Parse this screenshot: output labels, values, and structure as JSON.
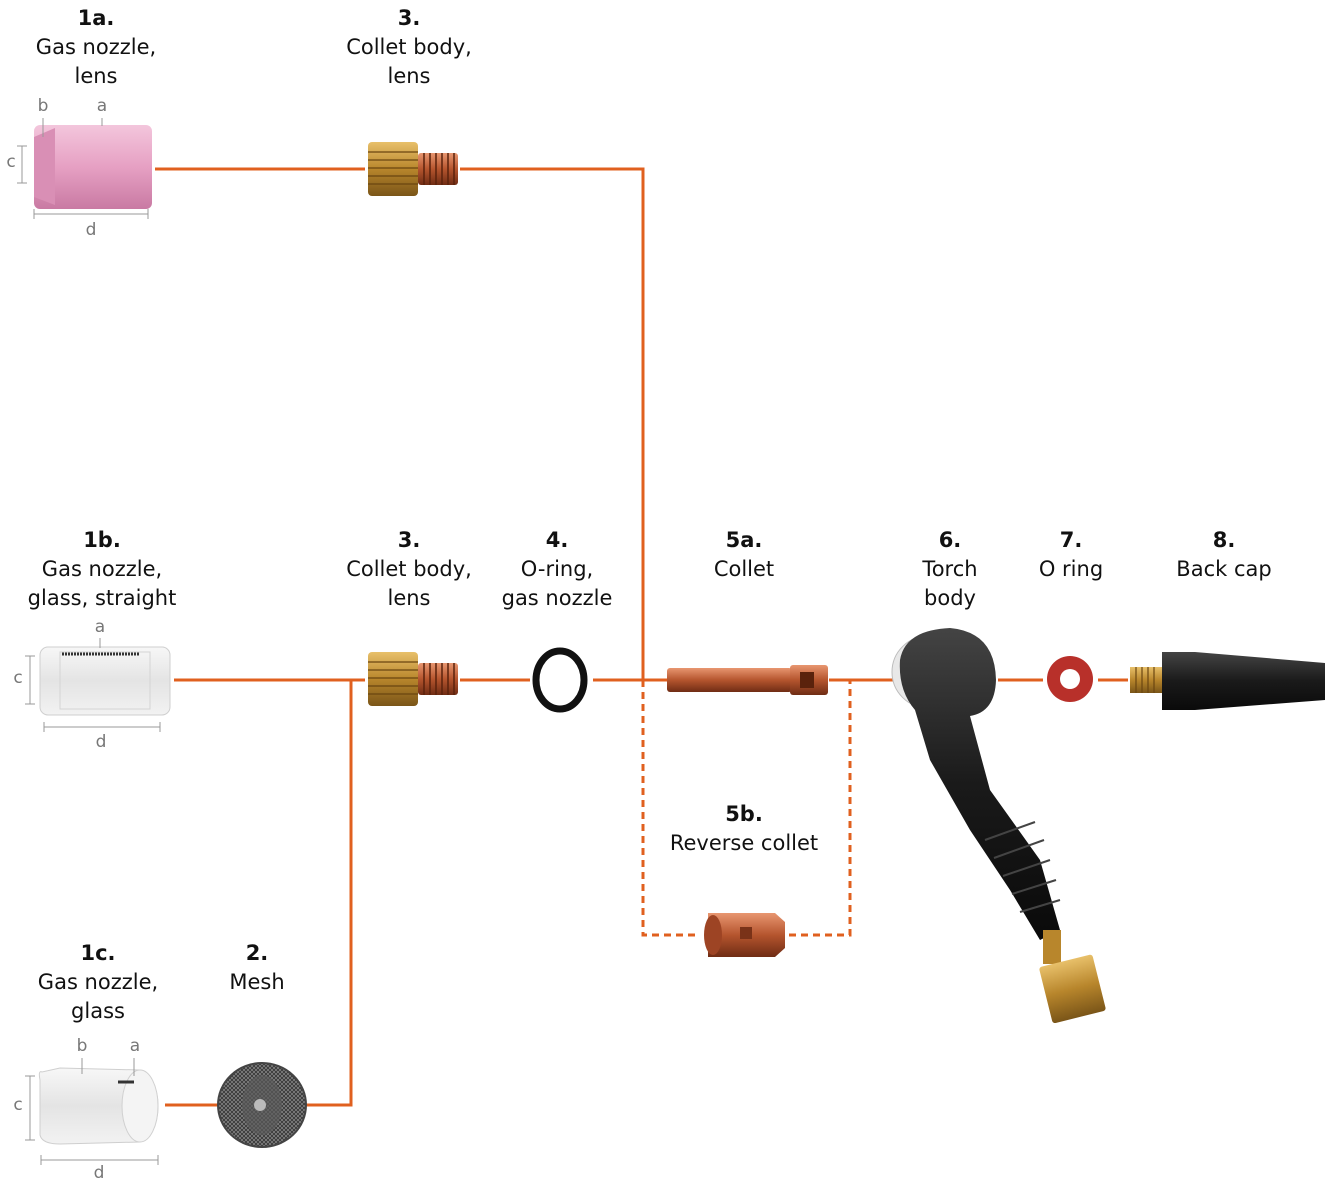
{
  "colors": {
    "connector": "#e0601f",
    "dim_line": "#999999",
    "nozzle_pink": "#e9a9c9",
    "brass": "#c8922f",
    "copper": "#c0633a",
    "torch_black": "#1e1e1e"
  },
  "parts": {
    "p1a": {
      "num": "1a.",
      "line1": "Gas nozzle,",
      "line2": "lens",
      "icon": "pink-ceramic-nozzle"
    },
    "p3top": {
      "num": "3.",
      "line1": "Collet body,",
      "line2": "lens",
      "icon": "brass-collet-body"
    },
    "p1b": {
      "num": "1b.",
      "line1": "Gas nozzle,",
      "line2": "glass, straight",
      "icon": "glass-nozzle-straight"
    },
    "p3mid": {
      "num": "3.",
      "line1": "Collet body,",
      "line2": "lens",
      "icon": "brass-collet-body"
    },
    "p4": {
      "num": "4.",
      "line1": "O-ring,",
      "line2": "gas nozzle",
      "icon": "black-o-ring"
    },
    "p5a": {
      "num": "5a.",
      "line1": "Collet",
      "icon": "copper-collet"
    },
    "p5b": {
      "num": "5b.",
      "line1": "Reverse collet",
      "icon": "copper-reverse-collet"
    },
    "p6": {
      "num": "6.",
      "line1": "Torch",
      "line2": "body",
      "icon": "torch-body"
    },
    "p7": {
      "num": "7.",
      "line1": "O ring",
      "icon": "red-o-ring"
    },
    "p8": {
      "num": "8.",
      "line1": "Back cap",
      "icon": "black-back-cap"
    },
    "p1c": {
      "num": "1c.",
      "line1": "Gas nozzle,",
      "line2": "glass",
      "icon": "glass-nozzle-large"
    },
    "p2": {
      "num": "2.",
      "line1": "Mesh",
      "icon": "wire-mesh"
    }
  },
  "dimensions": {
    "a": "a",
    "b": "b",
    "c": "c",
    "d": "d"
  }
}
